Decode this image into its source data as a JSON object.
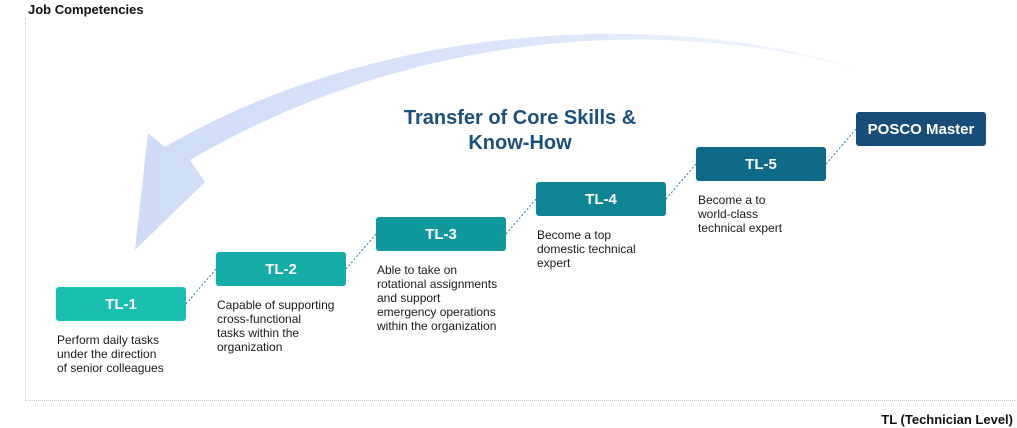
{
  "axes": {
    "y_label": "Job Competencies",
    "x_label": "TL (Technician Level)"
  },
  "title": {
    "line1": "Transfer of Core Skills &",
    "line2": "Know-How"
  },
  "levels": [
    {
      "label": "TL-1",
      "color": "#19bfb1",
      "description": "Perform daily tasks\nunder the direction\nof senior colleagues"
    },
    {
      "label": "TL-2",
      "color": "#13aca6",
      "description": "Capable of supporting\ncross-functional\ntasks within the\norganization"
    },
    {
      "label": "TL-3",
      "color": "#10999c",
      "description": "Able to take on\nrotational assignments\nand support\nemergency operations\nwithin the organization"
    },
    {
      "label": "TL-4",
      "color": "#0e8593",
      "description": "Become a top\ndomestic technical\nexpert"
    },
    {
      "label": "TL-5",
      "color": "#0f6a87",
      "description": "Become a to\nworld-class\ntechnical expert"
    },
    {
      "label": "POSCO Master",
      "color": "#174d78",
      "description": ""
    }
  ],
  "colors": {
    "arrow": "#dbe6fa",
    "title": "#1b4f7d",
    "connector": "#2a7aa8"
  }
}
